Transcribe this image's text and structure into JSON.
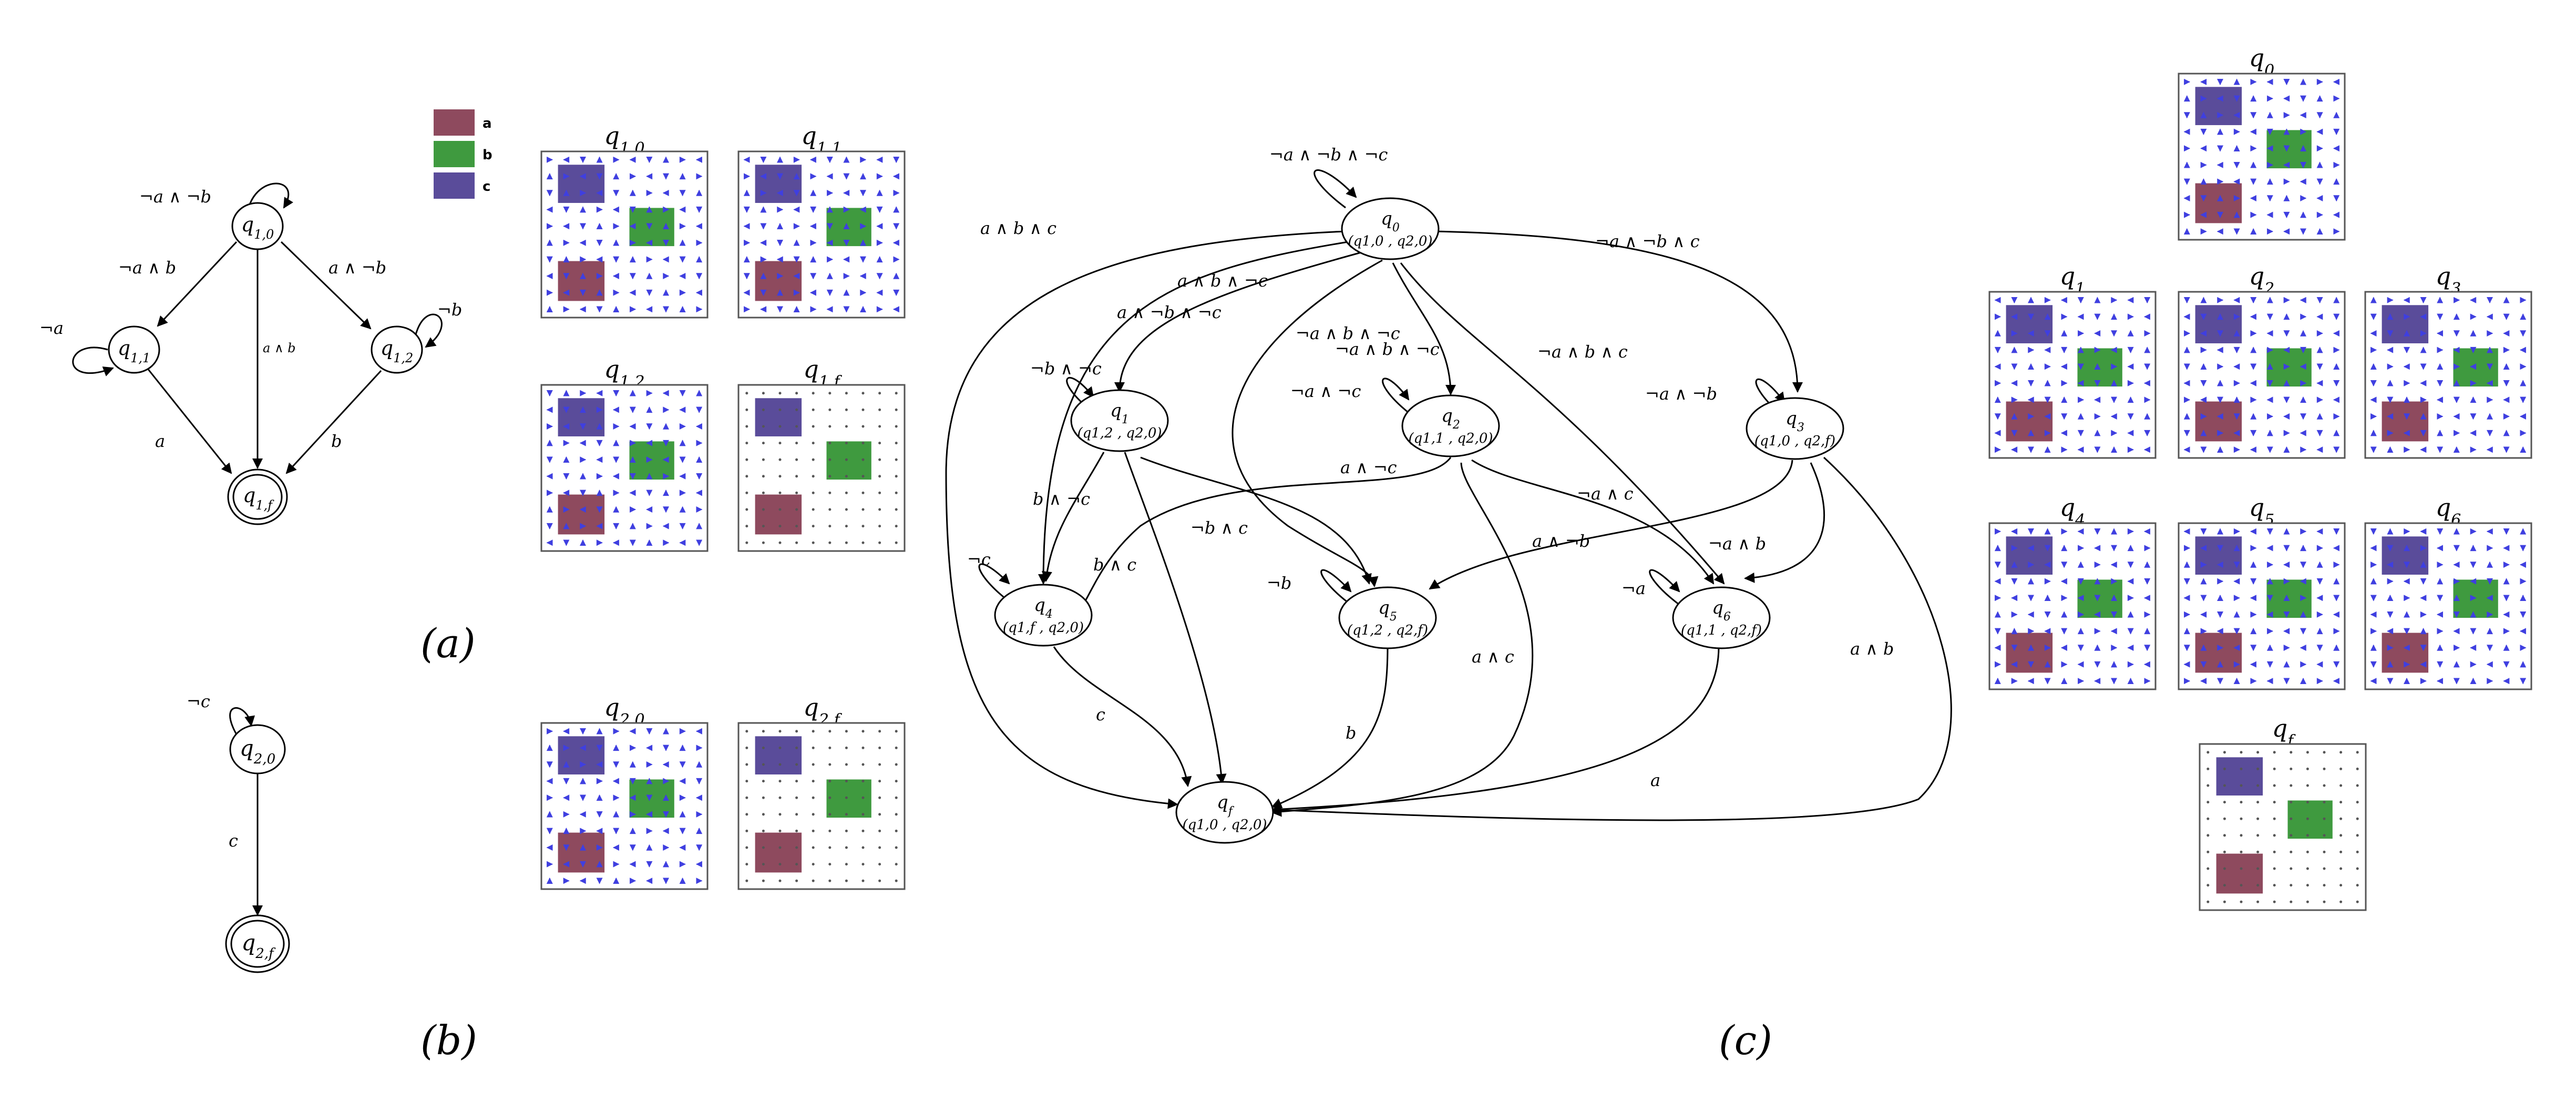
{
  "colors": {
    "a": "#8e4a5e",
    "b": "#3f9a3f",
    "c": "#5a4c9a",
    "arrow": "#3f3fe0"
  },
  "legend": [
    {
      "key": "a",
      "label": "a"
    },
    {
      "key": "b",
      "label": "b"
    },
    {
      "key": "c",
      "label": "c"
    }
  ],
  "captions": {
    "a": "(a)",
    "b": "(b)",
    "c": "(c)"
  },
  "automaton1": {
    "nodes": [
      {
        "id": "q10",
        "sym": "q",
        "sub": "1,0"
      },
      {
        "id": "q11",
        "sym": "q",
        "sub": "1,1"
      },
      {
        "id": "q12",
        "sym": "q",
        "sub": "1,2"
      },
      {
        "id": "q1f",
        "sym": "q",
        "sub": "1,f"
      }
    ],
    "edge_labels": {
      "loop_q10": "¬a ∧ ¬b",
      "q10_q11": "¬a ∧ b",
      "q10_q12": "a ∧ ¬b",
      "q10_q1f": "a ∧ b",
      "loop_q11": "¬a",
      "loop_q12": "¬b",
      "q11_q1f": "a",
      "q12_q1f": "b"
    }
  },
  "automaton2": {
    "nodes": [
      {
        "id": "q20",
        "sym": "q",
        "sub": "2,0"
      },
      {
        "id": "q2f",
        "sym": "q",
        "sub": "2,f"
      }
    ],
    "edge_labels": {
      "loop_q20": "¬c",
      "q20_q2f": "c"
    }
  },
  "product": {
    "nodes": [
      {
        "id": "q0",
        "sym": "q",
        "sub": "0",
        "pair": "(q1,0 , q2,0)"
      },
      {
        "id": "q1",
        "sym": "q",
        "sub": "1",
        "pair": "(q1,2 , q2,0)"
      },
      {
        "id": "q2",
        "sym": "q",
        "sub": "2",
        "pair": "(q1,1 , q2,0)"
      },
      {
        "id": "q3",
        "sym": "q",
        "sub": "3",
        "pair": "(q1,0 , q2,f)"
      },
      {
        "id": "q4",
        "sym": "q",
        "sub": "4",
        "pair": "(q1,f , q2,0)"
      },
      {
        "id": "q5",
        "sym": "q",
        "sub": "5",
        "pair": "(q1,2 , q2,f)"
      },
      {
        "id": "q6",
        "sym": "q",
        "sub": "6",
        "pair": "(q1,1 , q2,f)"
      },
      {
        "id": "qf",
        "sym": "q",
        "sub": "f",
        "pair": "(q1,0 , q2,0)"
      }
    ],
    "edge_labels": {
      "loop_q0": "¬a ∧ ¬b ∧ ¬c",
      "q0_qf": "a ∧ b ∧ c",
      "q0_q4": "a ∧ b ∧ ¬c",
      "q0_q1": "a ∧ ¬b ∧ ¬c",
      "q0_q5": "¬a ∧ b ∧ ¬c",
      "q0_q2": "¬a ∧ b ∧ ¬c",
      "q0_q6": "¬a ∧ b ∧ c",
      "q0_q3": "¬a ∧ ¬b ∧ c",
      "loop_q1": "¬b ∧ ¬c",
      "loop_q2": "¬a ∧ ¬c",
      "loop_q3": "¬a ∧ ¬b",
      "q1_q4": "b ∧ ¬c",
      "q1_qf": "b ∧ c",
      "q1_q5": "¬b ∧ c",
      "q2_q4": "a ∧ ¬c",
      "q2_q6": "¬a ∧ c",
      "q2_qf": "a ∧ c",
      "q3_q5": "a ∧ ¬b",
      "q3_q6": "¬a ∧ b",
      "q3_qf": "a ∧ b",
      "loop_q4": "¬c",
      "loop_q5": "¬b",
      "loop_q6": "¬a",
      "q4_qf": "c",
      "q5_qf": "b",
      "q6_qf": "a"
    }
  },
  "plots_left": [
    {
      "sym": "q",
      "sub": "1,0",
      "density": "full"
    },
    {
      "sym": "q",
      "sub": "1,1",
      "density": "full"
    },
    {
      "sym": "q",
      "sub": "1,2",
      "density": "full"
    },
    {
      "sym": "q",
      "sub": "1,f",
      "density": "sparse"
    },
    {
      "sym": "q",
      "sub": "2,0",
      "density": "full"
    },
    {
      "sym": "q",
      "sub": "2,f",
      "density": "sparse"
    }
  ],
  "plots_right": [
    {
      "sym": "q",
      "sub": "0",
      "density": "full"
    },
    {
      "sym": "q",
      "sub": "1",
      "density": "full"
    },
    {
      "sym": "q",
      "sub": "2",
      "density": "full"
    },
    {
      "sym": "q",
      "sub": "3",
      "density": "full"
    },
    {
      "sym": "q",
      "sub": "4",
      "density": "full"
    },
    {
      "sym": "q",
      "sub": "5",
      "density": "full"
    },
    {
      "sym": "q",
      "sub": "6",
      "density": "full"
    },
    {
      "sym": "q",
      "sub": "f",
      "density": "sparse"
    }
  ]
}
